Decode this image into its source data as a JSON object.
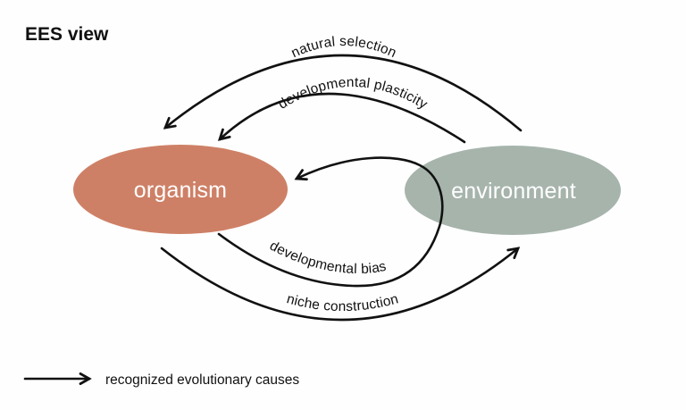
{
  "title": "EES view",
  "nodes": {
    "organism": {
      "label": "organism",
      "fill": "#ce8066"
    },
    "environment": {
      "label": "environment",
      "fill": "#a6b4ac"
    }
  },
  "arrows": {
    "natural_selection": {
      "label": "natural selection"
    },
    "developmental_plasticity": {
      "label": "developmental plasticity"
    },
    "developmental_bias": {
      "label": "developmental bias"
    },
    "niche_construction": {
      "label": "niche construction"
    }
  },
  "legend": {
    "label": "recognized evolutionary causes"
  },
  "colors": {
    "line": "#111111",
    "text": "#111111",
    "node_text": "#ffffff",
    "background": "#fefefe"
  }
}
